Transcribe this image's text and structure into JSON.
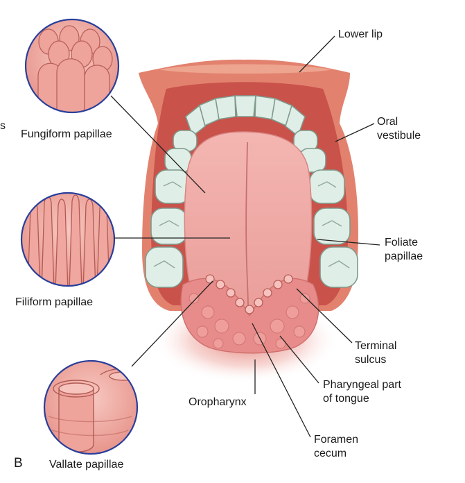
{
  "figure_letter": "B",
  "edge_fragment": "s",
  "labels": {
    "lower_lip": "Lower lip",
    "oral_vestibule": [
      "Oral",
      "vestibule"
    ],
    "foliate_papillae": [
      "Foliate",
      "papillae"
    ],
    "terminal_sulcus": [
      "Terminal",
      "sulcus"
    ],
    "pharyngeal_part": [
      "Pharyngeal part",
      "of tongue"
    ],
    "oropharynx": "Oropharynx",
    "foramen_cecum": [
      "Foramen",
      "cecum"
    ],
    "fungiform_papillae": "Fungiform papillae",
    "filiform_papillae": "Filiform papillae",
    "vallate_papillae": "Vallate papillae"
  },
  "colors": {
    "lip": "#e2826e",
    "mouth_interior": "#c9524a",
    "tongue": "#f0aaa7",
    "pharyngeal": "#e78c8a",
    "teeth": "#dfeee6",
    "inset_ring": "#2a3f9b",
    "inset_fill": "#f2b5ae",
    "leader_line": "#222222"
  }
}
